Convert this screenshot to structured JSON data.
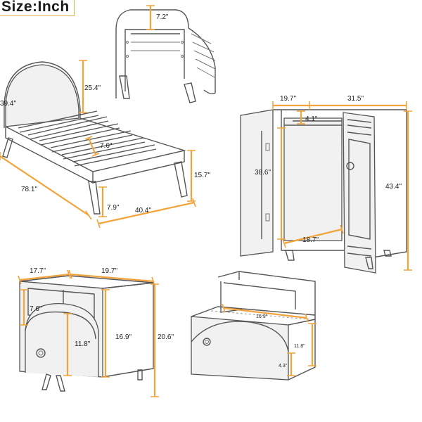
{
  "title": "Size:Inch",
  "colors": {
    "dimension_line": "#f2a33a",
    "outline": "#555555",
    "background": "#ffffff"
  },
  "bed": {
    "headboard_height": "25.4\"",
    "headboard_width": "39.4\"",
    "slat_gap": "7.6\"",
    "length": "78.1\"",
    "rail_height": "15.7\"",
    "leg_height": "7.9\"",
    "width": "40.4\""
  },
  "bed_detail": {
    "gap": "7.2\""
  },
  "wardrobe": {
    "depth": "19.7\"",
    "width": "31.5\"",
    "top_gap": "4.1\"",
    "inner_height": "38.6\"",
    "height": "43.4\"",
    "inner_depth": "18.7\""
  },
  "nightstand": {
    "depth": "17.7\"",
    "width": "19.7\"",
    "shelf_height": "7.6\"",
    "door_height": "11.8\"",
    "body_height": "16.9\"",
    "height": "20.6\""
  },
  "drawer": {
    "width": "16.9\"",
    "inner_height": "11.8\"",
    "depth": "4.3\""
  }
}
